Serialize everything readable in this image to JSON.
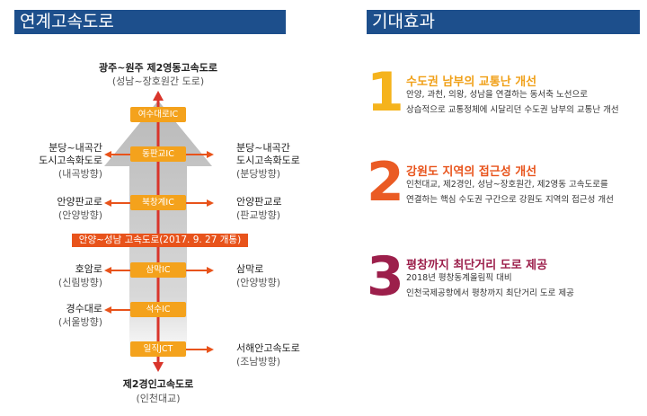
{
  "headers": {
    "left": "연계고속도로",
    "right": "기대효과"
  },
  "top_destination": {
    "title": "광주~원주 제2영동고속도로",
    "sub": "(성남~장호원간 도로)"
  },
  "bottom_destination": {
    "title": "제2경인고속도로",
    "sub": "(인천대교)"
  },
  "banner": "안양~성남 고속도로(2017. 9. 27 개통)",
  "interchanges": {
    "ic1": "여수대로IC",
    "ic2": "동판교IC",
    "ic3": "북창계IC",
    "ic4": "삼막IC",
    "ic5": "석수IC",
    "ic6": "일직JCT"
  },
  "left_labels": {
    "l1": {
      "title": "분당~내곡간",
      "title2": "도시고속화도로",
      "sub": "(내곡방향)"
    },
    "l2": {
      "title": "안양판교로",
      "sub": "(안양방향)"
    },
    "l3": {
      "title": "호암로",
      "sub": "(신림방향)"
    },
    "l4": {
      "title": "경수대로",
      "sub": "(서울방향)"
    }
  },
  "right_labels": {
    "r1": {
      "title": "분당~내곡간",
      "title2": "도시고속화도로",
      "sub": "(분당방향)"
    },
    "r2": {
      "title": "안양판교로",
      "sub": "(판교방향)"
    },
    "r3": {
      "title": "삼막로",
      "sub": "(안양방향)"
    },
    "r4": {
      "title": "서해안고속도로",
      "sub": "(조남방향)"
    }
  },
  "effects": {
    "e1": {
      "num": "1",
      "title": "수도권 남부의 교통난 개선",
      "line1": "안양, 과천, 의왕, 성남을 연결하는 동서축 노선으로",
      "line2": "상습적으로 교통정체에 시달리던 수도권 남부의 교통난 개선"
    },
    "e2": {
      "num": "2",
      "title": "강원도 지역의 접근성 개선",
      "line1": "인천대교, 제2경인, 성남~장호원간, 제2영동 고속도로를",
      "line2": "연결하는 핵심 수도권 구간으로 강원도 지역의 접근성 개선"
    },
    "e3": {
      "num": "3",
      "title": "평창까지 최단거리 도로 제공",
      "line1": "2018년 평창동계올림픽 대비",
      "line2": "인천국제공항에서 평창까지 최단거리 도로 제공"
    }
  },
  "colors": {
    "header": "#1d4f8c",
    "ic": "#f4a21c",
    "banner": "#e8531b",
    "road": "#d9352b",
    "num1": "#f5b31c",
    "num2": "#ea5b24",
    "num3": "#9c1f4b"
  }
}
